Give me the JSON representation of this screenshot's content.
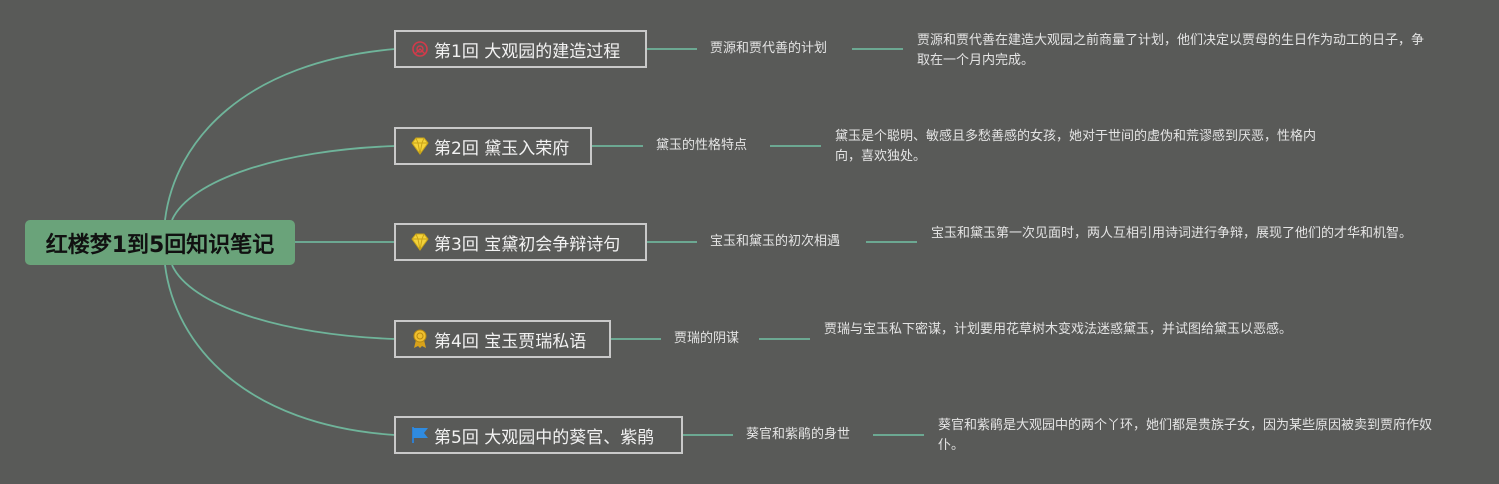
{
  "root": {
    "title": "红楼梦1到5回知识笔记"
  },
  "topics": [
    {
      "icon": "red-flower-icon",
      "title": "第1回 大观园的建造过程",
      "subtopic": "贾源和贾代善的计划",
      "description": "贾源和贾代善在建造大观园之前商量了计划，他们决定以贾母的生日作为动工的日子，争取在一个月内完成。"
    },
    {
      "icon": "diamond-icon",
      "title": "第2回 黛玉入荣府",
      "subtopic": "黛玉的性格特点",
      "description": "黛玉是个聪明、敏感且多愁善感的女孩，她对于世间的虚伪和荒谬感到厌恶，性格内向，喜欢独处。"
    },
    {
      "icon": "diamond-icon",
      "title": "第3回 宝黛初会争辩诗句",
      "subtopic": "宝玉和黛玉的初次相遇",
      "description": "宝玉和黛玉第一次见面时，两人互相引用诗词进行争辩，展现了他们的才华和机智。"
    },
    {
      "icon": "award-ribbon-icon",
      "title": "第4回 宝玉贾瑞私语",
      "subtopic": "贾瑞的阴谋",
      "description": "贾瑞与宝玉私下密谋，计划要用花草树木变戏法迷惑黛玉，并试图给黛玉以恶感。"
    },
    {
      "icon": "blue-flag-icon",
      "title": "第5回 大观园中的葵官、紫鹃",
      "subtopic": "葵官和紫鹃的身世",
      "description": "葵官和紫鹃是大观园中的两个丫环，她们都是贵族子女，因为某些原因被卖到贾府作奴仆。"
    }
  ],
  "colors": {
    "background": "#595a58",
    "root_fill": "#6aa37a",
    "connector": "#6fb49a",
    "topic_border": "#c9c9c9",
    "text": "#f2f2f2"
  }
}
